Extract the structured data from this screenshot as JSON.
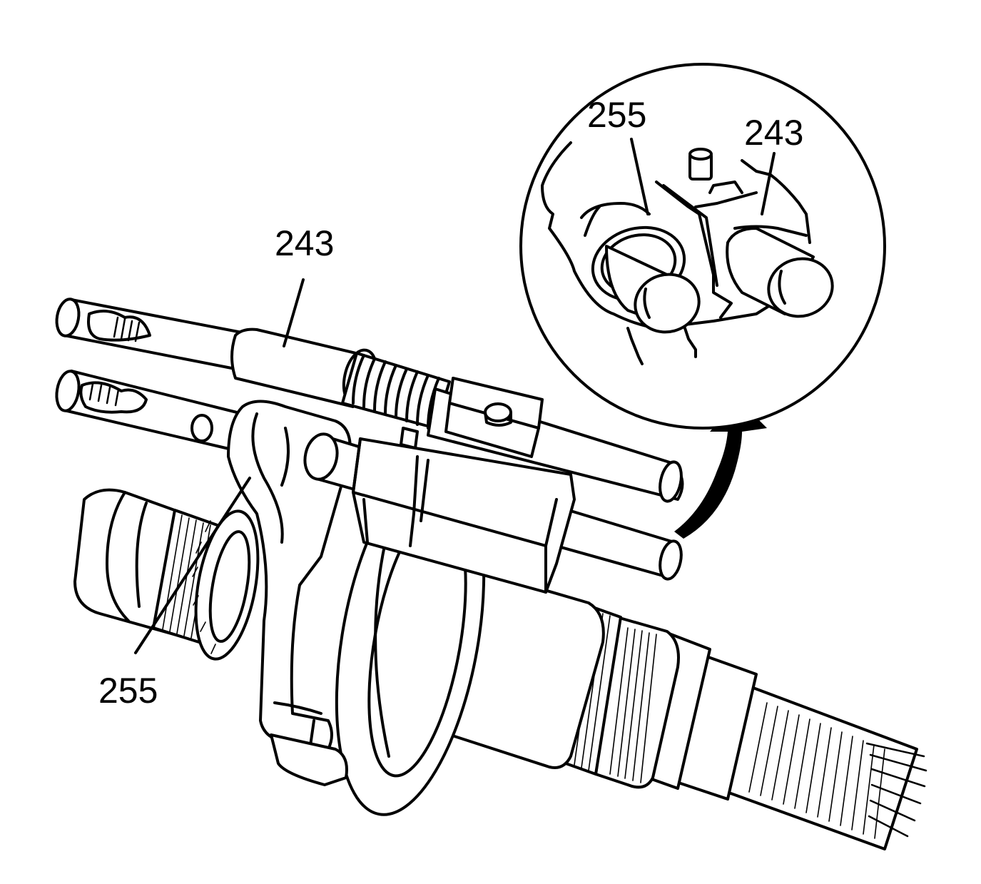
{
  "callouts": {
    "main_top": "243",
    "main_bottom": "255",
    "inset_left": "255",
    "inset_right": "243"
  }
}
